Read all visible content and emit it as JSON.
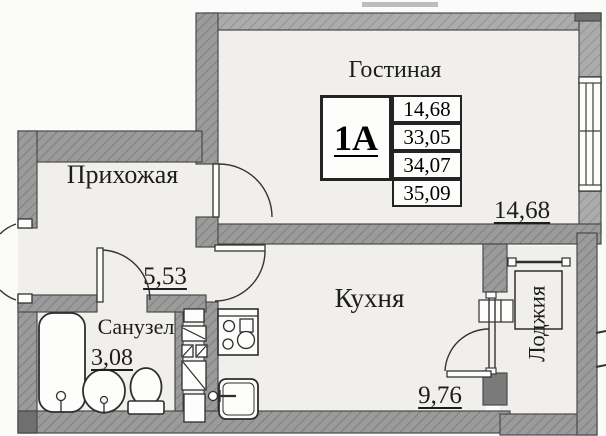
{
  "unit": {
    "code": "1А",
    "areas": [
      "14,68",
      "33,05",
      "34,07",
      "35,09"
    ]
  },
  "rooms": {
    "living": {
      "label": "Гостиная",
      "area": "14,68"
    },
    "hallway": {
      "label": "Прихожая",
      "area": "5,53"
    },
    "bathroom": {
      "label": "Санузел",
      "area": "3,08"
    },
    "kitchen": {
      "label": "Кухня",
      "area": "9,76"
    },
    "loggia": {
      "label": "Лоджия"
    }
  },
  "colors": {
    "wall_light": "#a9a9a9",
    "wall_dark": "#989898",
    "wall_darkest": "#757575",
    "outline": "#4a4a4a",
    "floor": "#f1efeb",
    "text": "#1d1d1d"
  }
}
